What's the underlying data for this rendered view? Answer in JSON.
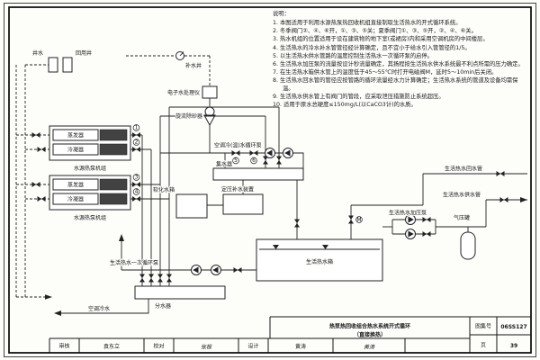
{
  "notes": {
    "heading": "说明：",
    "items": [
      "1. 本图适用于利用水源热泵热回收机组直接制取生活热水的开式循环系统。",
      "2. 冬季阀门②、④、⑥开，①、③、⑤关；夏季阀门①、③、⑤开，②、④、⑥关。",
      "3. 热水机组的位置适用于设在建筑物的地下室(或裙房)内和采用空调机房的中间楼层。",
      "4. 生活热水的冷水补水管管径经计算确定，且不宜小于给水引入管管径的1/5。",
      "5. 以生活热水供水管路的温度控制生活热水一次循环泵的启停。",
      "6. 生活热水加压泵的流量按设计秒流量确定，其扬程按生活热水供水系统最不利点所需的压力确定。",
      "7. 在生活热水箱供水管上的温度低于45～55℃时打开电磁阀M，延时5～10min后关闭。",
      "8. 生活热水回水管的管径应按管路的循环流量经水力计算确定；生活热水系统的管道及设备均需保温。",
      "9. 生活热水供水管上有阀门的管段，应采取泄压措施防止系统超压。",
      "10. 适用于原水总硬度≤150mg/L(以CaCO3计)的水质。"
    ]
  },
  "labels": {
    "well_water": "井水",
    "reuse_well": "回用井",
    "makeup_well": "补水井",
    "water_treater": "电子水处理仪",
    "sand_separator": "旋流除砂器",
    "evaporator": "蒸发器",
    "condenser": "冷凝器",
    "heat_pump_unit": "水源热泵机组",
    "ac_circ_pump": "空调冷(温)水循环泵",
    "collector": "集水器",
    "softener_tank": "软化水箱",
    "pressure_makeup": "定压补水装置",
    "distributor": "分水器",
    "ac_chilled_water": "空调冷水",
    "dhw_primary_pump": "生活热水一次循环泵",
    "dhw_tank": "生活热水箱",
    "dhw_booster_pump": "生活热水加压泵",
    "pressure_vessel": "气压罐",
    "dhw_return_pipe": "生活热水回水管",
    "dhw_supply_pipe": "生活热水供水管",
    "solenoid": "M"
  },
  "valves": [
    "1",
    "2",
    "3",
    "4",
    "5",
    "6"
  ],
  "title_block": {
    "title": "热泵热回收组合热水系统开式循环",
    "subtitle": "（直接换热）",
    "atlas_label": "图集号",
    "atlas_no": "06SS127",
    "page_label": "页",
    "page_no": "39"
  },
  "signatures": {
    "reviewer_label": "审核",
    "reviewer_name": "袁东立",
    "checker_label": "校对",
    "checker_sig": "张根",
    "designer_label": "设计",
    "designer_name": "黄涛",
    "designer_sig": "黄涛"
  }
}
